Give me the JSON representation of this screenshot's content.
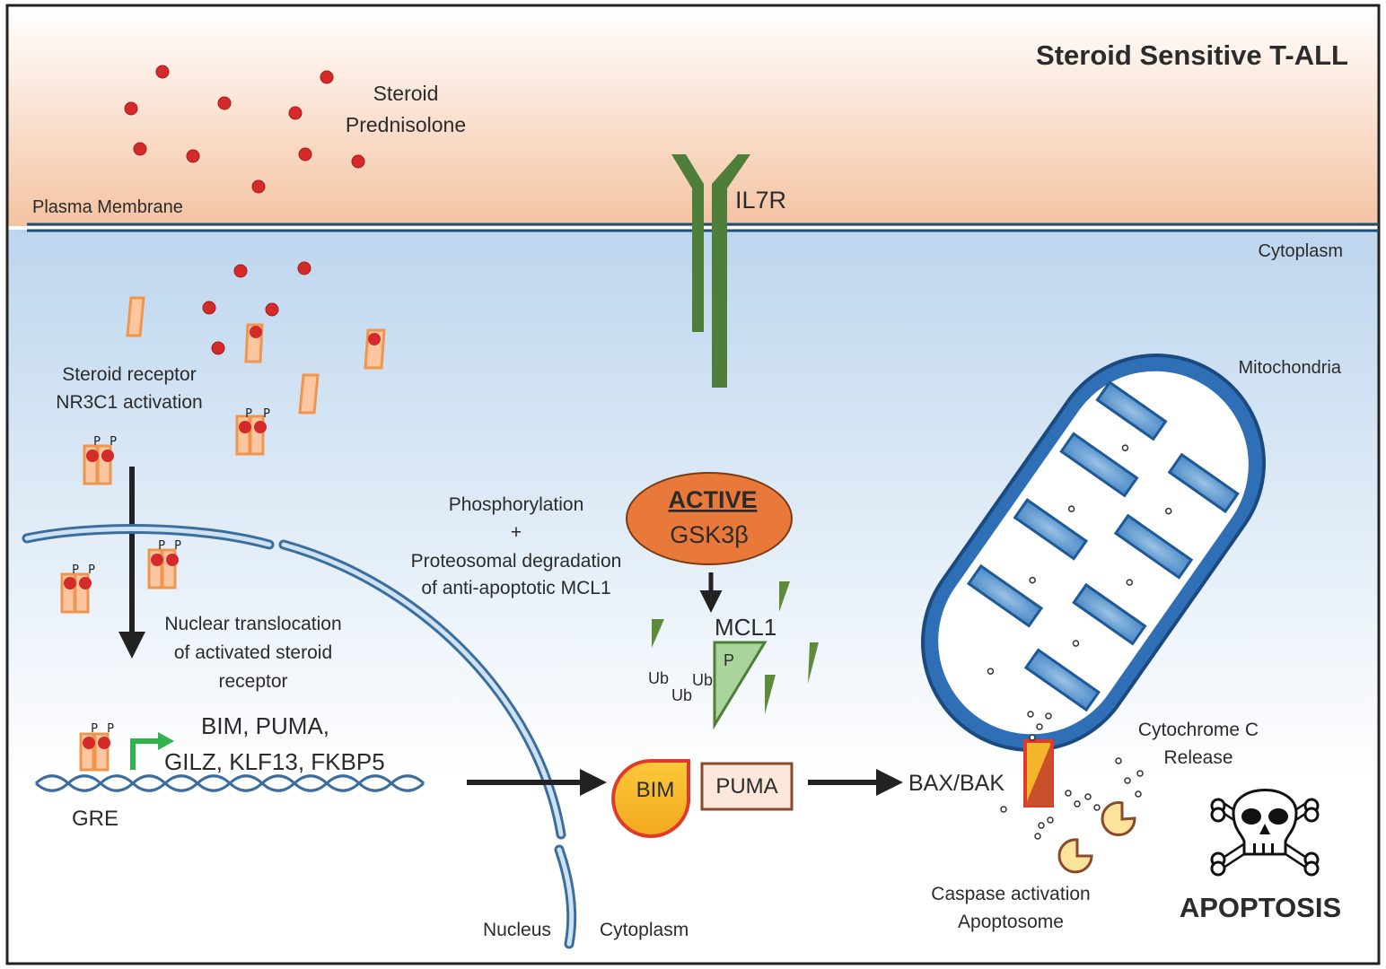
{
  "title": "Steroid Sensitive T-ALL",
  "labels": {
    "steroid": "Steroid",
    "prednisolone": "Prednisolone",
    "plasma_membrane": "Plasma Membrane",
    "il7r": "IL7R",
    "cytoplasm_top": "Cytoplasm",
    "mitochondria": "Mitochondria",
    "receptor_line1": "Steroid receptor",
    "receptor_line2": "NR3C1 activation",
    "phospho_line1": "Phosphorylation",
    "phospho_plus": "+",
    "phospho_line2": "Proteosomal degradation",
    "phospho_line3": "of anti-apoptotic MCL1",
    "gsk_active": "ACTIVE",
    "gsk_name": "GSK3β",
    "mcl1": "MCL1",
    "p": "P",
    "ub": "Ub",
    "nuclear_line1": "Nuclear translocation",
    "nuclear_line2": "of activated steroid",
    "nuclear_line3": "receptor",
    "genes_line1": "BIM, PUMA,",
    "genes_line2": "GILZ, KLF13, FKBP5",
    "gre": "GRE",
    "bim": "BIM",
    "puma": "PUMA",
    "baxbak": "BAX/BAK",
    "cytc_line1": "Cytochrome C",
    "cytc_line2": "Release",
    "caspase_line1": "Caspase activation",
    "caspase_line2": "Apoptosome",
    "apoptosis": "APOPTOSIS",
    "nucleus": "Nucleus",
    "cytoplasm_bottom": "Cytoplasm"
  },
  "colors": {
    "membrane_band": "#f4c9ad",
    "cytoplasm": "#c6dcf0",
    "steroid_dot": "#d42a2a",
    "receptor": "#f0954e",
    "il7r": "#4f7d3a",
    "gsk": "#e8793a",
    "mcl1": "#5e8a3c",
    "bim": "#f5b52a",
    "mito": "#2e6fb5",
    "arrow": "#222222",
    "green_arrow": "#2fb34a"
  }
}
